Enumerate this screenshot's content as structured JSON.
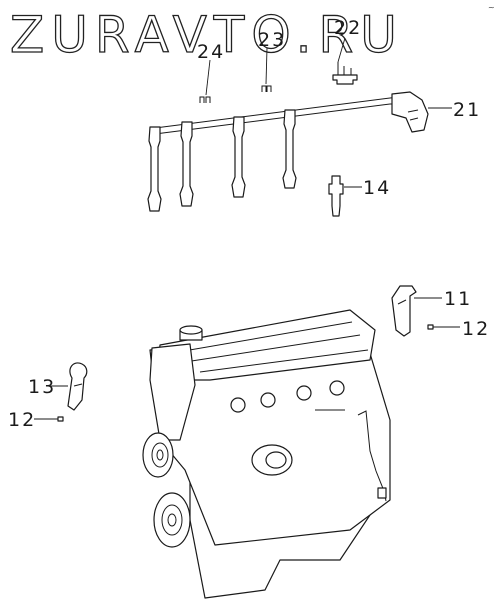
{
  "watermark": "ZURAVTO.RU",
  "corner_mark": "~",
  "callouts": [
    {
      "id": "c24",
      "label": "24"
    },
    {
      "id": "c23",
      "label": "23"
    },
    {
      "id": "c22",
      "label": "22"
    },
    {
      "id": "c21",
      "label": "21"
    },
    {
      "id": "c14",
      "label": "14"
    },
    {
      "id": "c11",
      "label": "11"
    },
    {
      "id": "c12a",
      "label": "12"
    },
    {
      "id": "c13",
      "label": "13"
    },
    {
      "id": "c12b",
      "label": "12"
    }
  ]
}
